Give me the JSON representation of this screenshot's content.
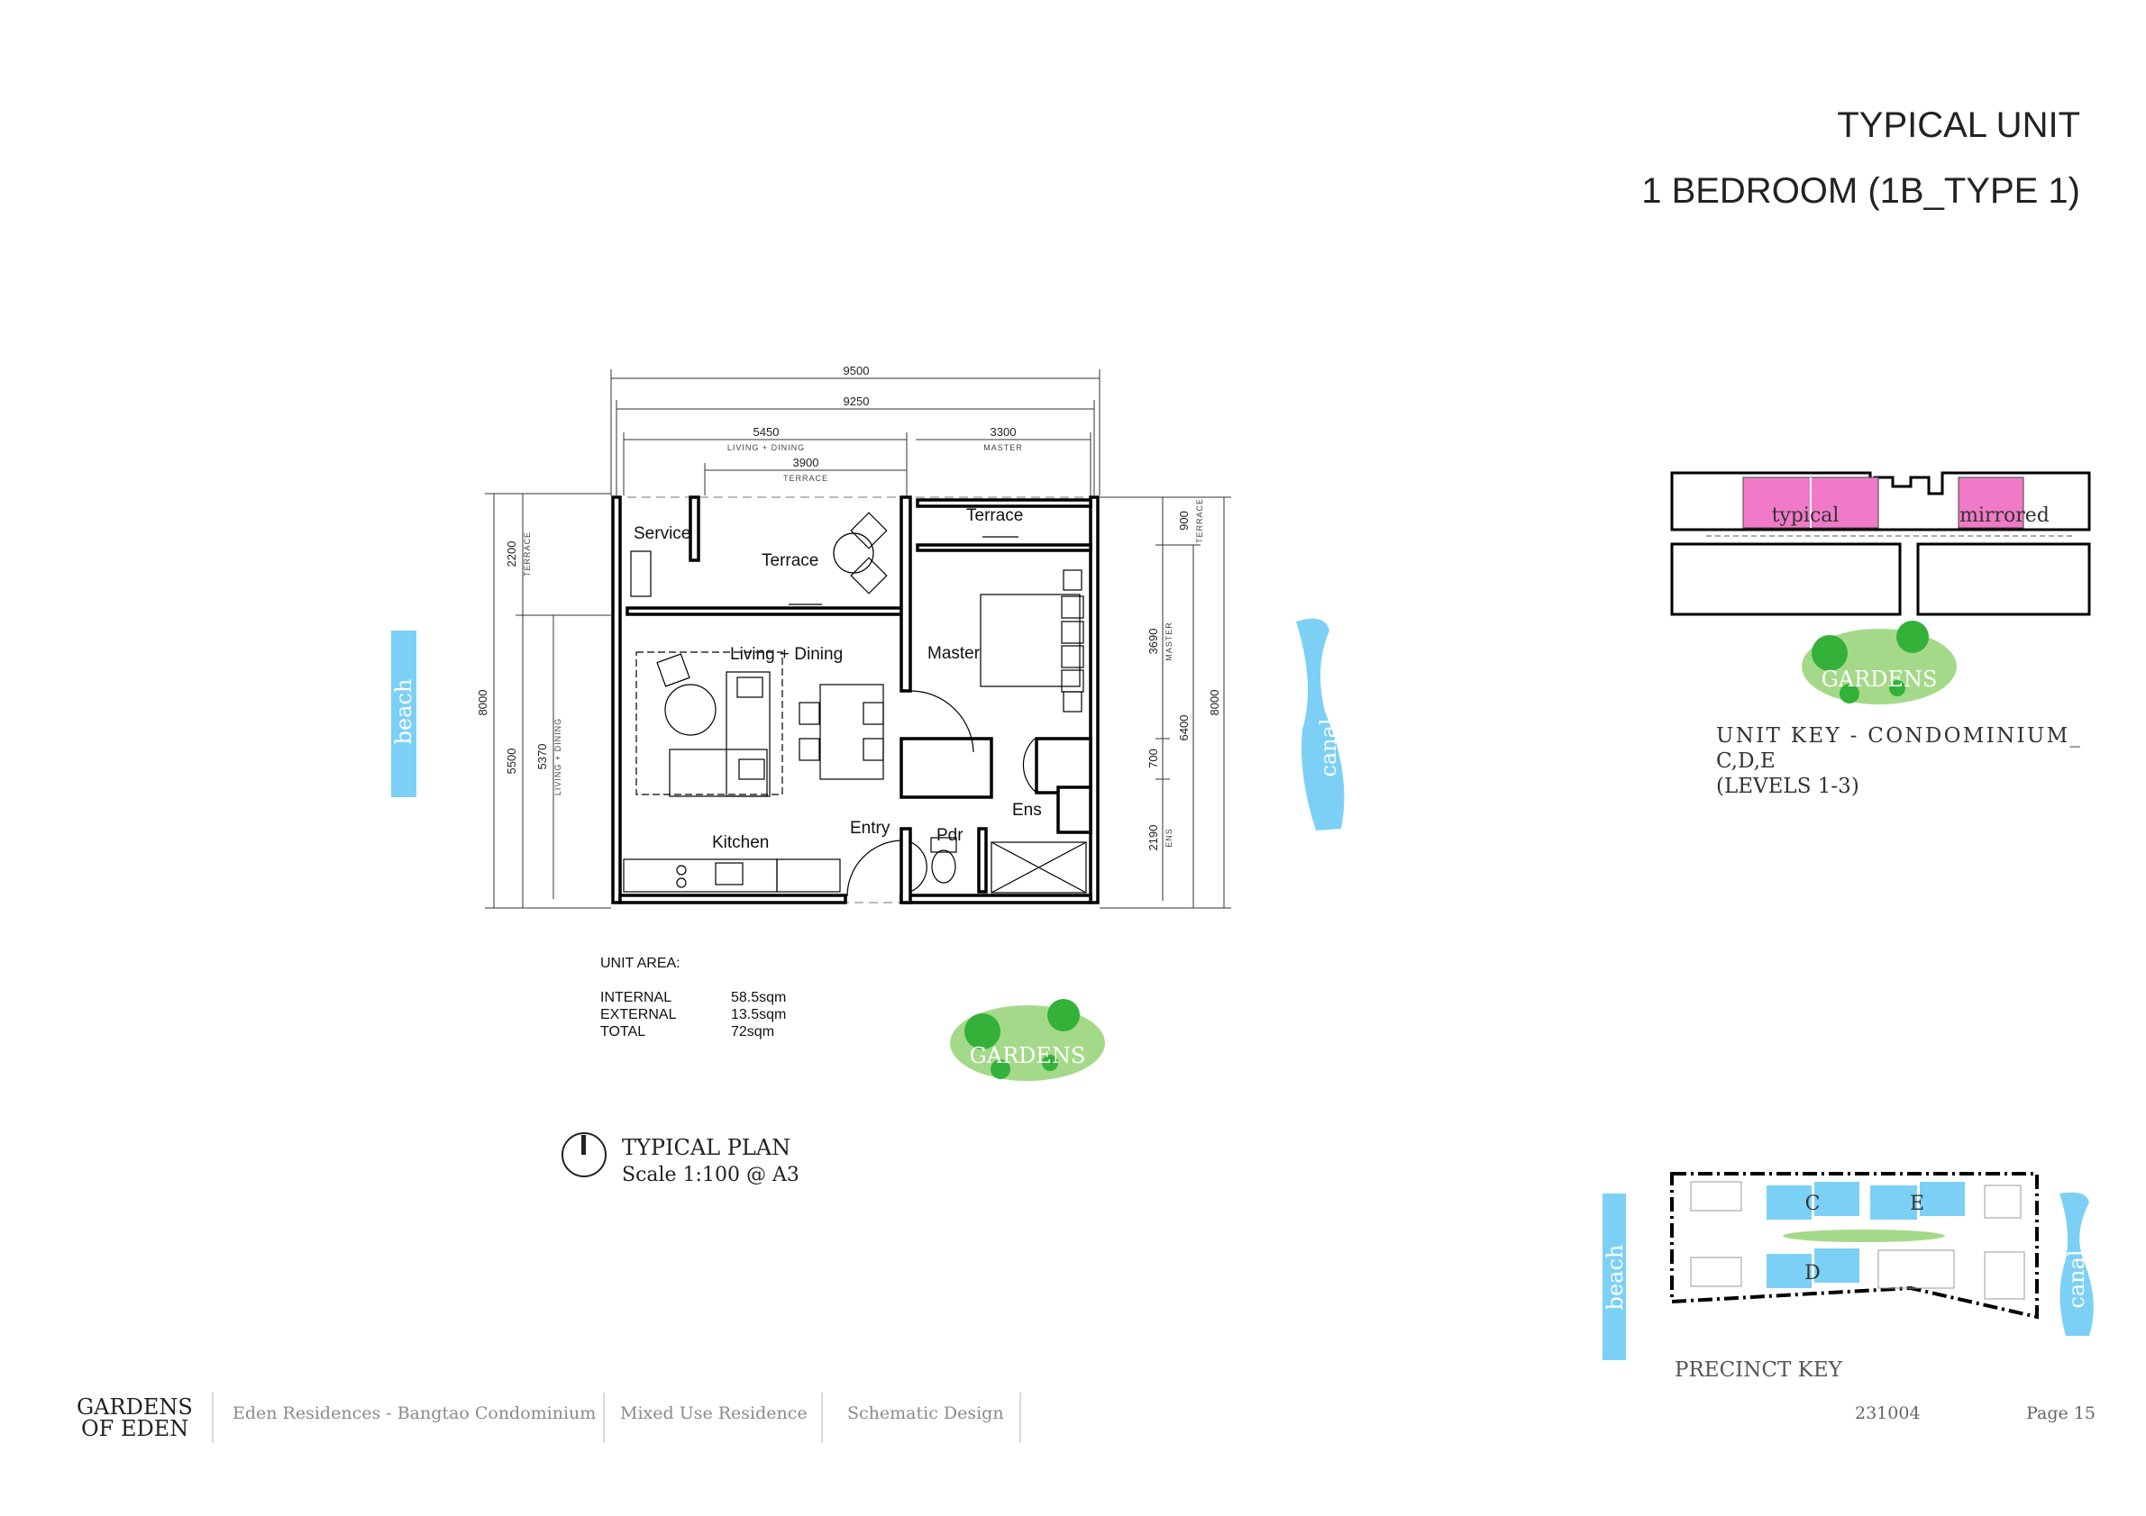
{
  "header": {
    "title": "TYPICAL UNIT",
    "subtitle": "1 BEDROOM (1B_TYPE 1)"
  },
  "plan": {
    "rooms": {
      "service": "Service",
      "terrace_left": "Terrace",
      "terrace_right": "Terrace",
      "living": "Living + Dining",
      "master": "Master",
      "kitchen": "Kitchen",
      "entry": "Entry",
      "pdr": "Pdr",
      "ens": "Ens"
    },
    "dimensions": {
      "top": [
        {
          "value": "9500",
          "label": ""
        },
        {
          "value": "9250",
          "label": ""
        },
        {
          "value": "5450",
          "label": "LIVING + DINING"
        },
        {
          "value": "3300",
          "label": "MASTER"
        },
        {
          "value": "3900",
          "label": "TERRACE"
        }
      ],
      "left": [
        {
          "value": "8000",
          "label": ""
        },
        {
          "value": "5500",
          "label": ""
        },
        {
          "value": "2200",
          "label": "TERRACE"
        },
        {
          "value": "5370",
          "label": "LIVING + DINING"
        }
      ],
      "right": [
        {
          "value": "8000",
          "label": ""
        },
        {
          "value": "6400",
          "label": ""
        },
        {
          "value": "900",
          "label": "TERRACE"
        },
        {
          "value": "3690",
          "label": "MASTER"
        },
        {
          "value": "700",
          "label": ""
        },
        {
          "value": "2190",
          "label": "ENS"
        }
      ]
    },
    "beach_label": "beach",
    "canal_label": "canal",
    "gardens_label": "GARDENS"
  },
  "unit_area": {
    "heading": "UNIT AREA:",
    "rows": [
      {
        "label": "INTERNAL",
        "value": "58.5sqm"
      },
      {
        "label": "EXTERNAL",
        "value": "13.5sqm"
      },
      {
        "label": "TOTAL",
        "value": "72sqm"
      }
    ]
  },
  "plan_caption": {
    "title": "TYPICAL PLAN",
    "scale": "Scale 1:100 @ A3"
  },
  "unit_key": {
    "typical": "typical",
    "mirrored": "mirrored",
    "gardens": "GARDENS",
    "line1": "UNIT KEY - CONDOMINIUM_",
    "line2": "C,D,E",
    "line3": "(LEVELS 1-3)"
  },
  "precinct_key": {
    "label": "PRECINCT KEY",
    "blocks": [
      "C",
      "E",
      "D"
    ],
    "beach_label": "beach",
    "canal_label": "canal"
  },
  "footer": {
    "logo_line1": "GARDENS",
    "logo_line2": "OF EDEN",
    "project": "Eden Residences - Bangtao Condominium",
    "type": "Mixed Use Residence",
    "stage": "Schematic Design",
    "code": "231004",
    "page": "Page 15"
  },
  "colors": {
    "water": "#7dd0f5",
    "garden_light": "#a5d98a",
    "garden_dark": "#33b139",
    "unit_highlight": "#f07ac7"
  }
}
